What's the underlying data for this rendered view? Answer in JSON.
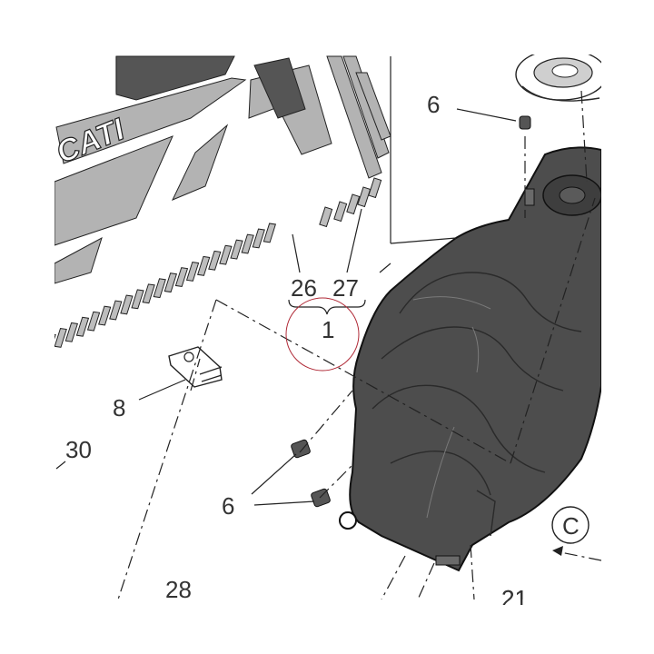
{
  "callouts": {
    "c6_top": "6",
    "c26": "26",
    "c27": "27",
    "c1": "1",
    "c8": "8",
    "c30": "30",
    "c6_bottom": "6",
    "c28": "28",
    "c21": "21",
    "view_c": "C"
  },
  "decal_text": "CATI",
  "colors": {
    "tank": "#4d4d4d",
    "decal_grey": "#b3b3b3",
    "highlight_circle": "#b02a37",
    "line": "#222222"
  }
}
